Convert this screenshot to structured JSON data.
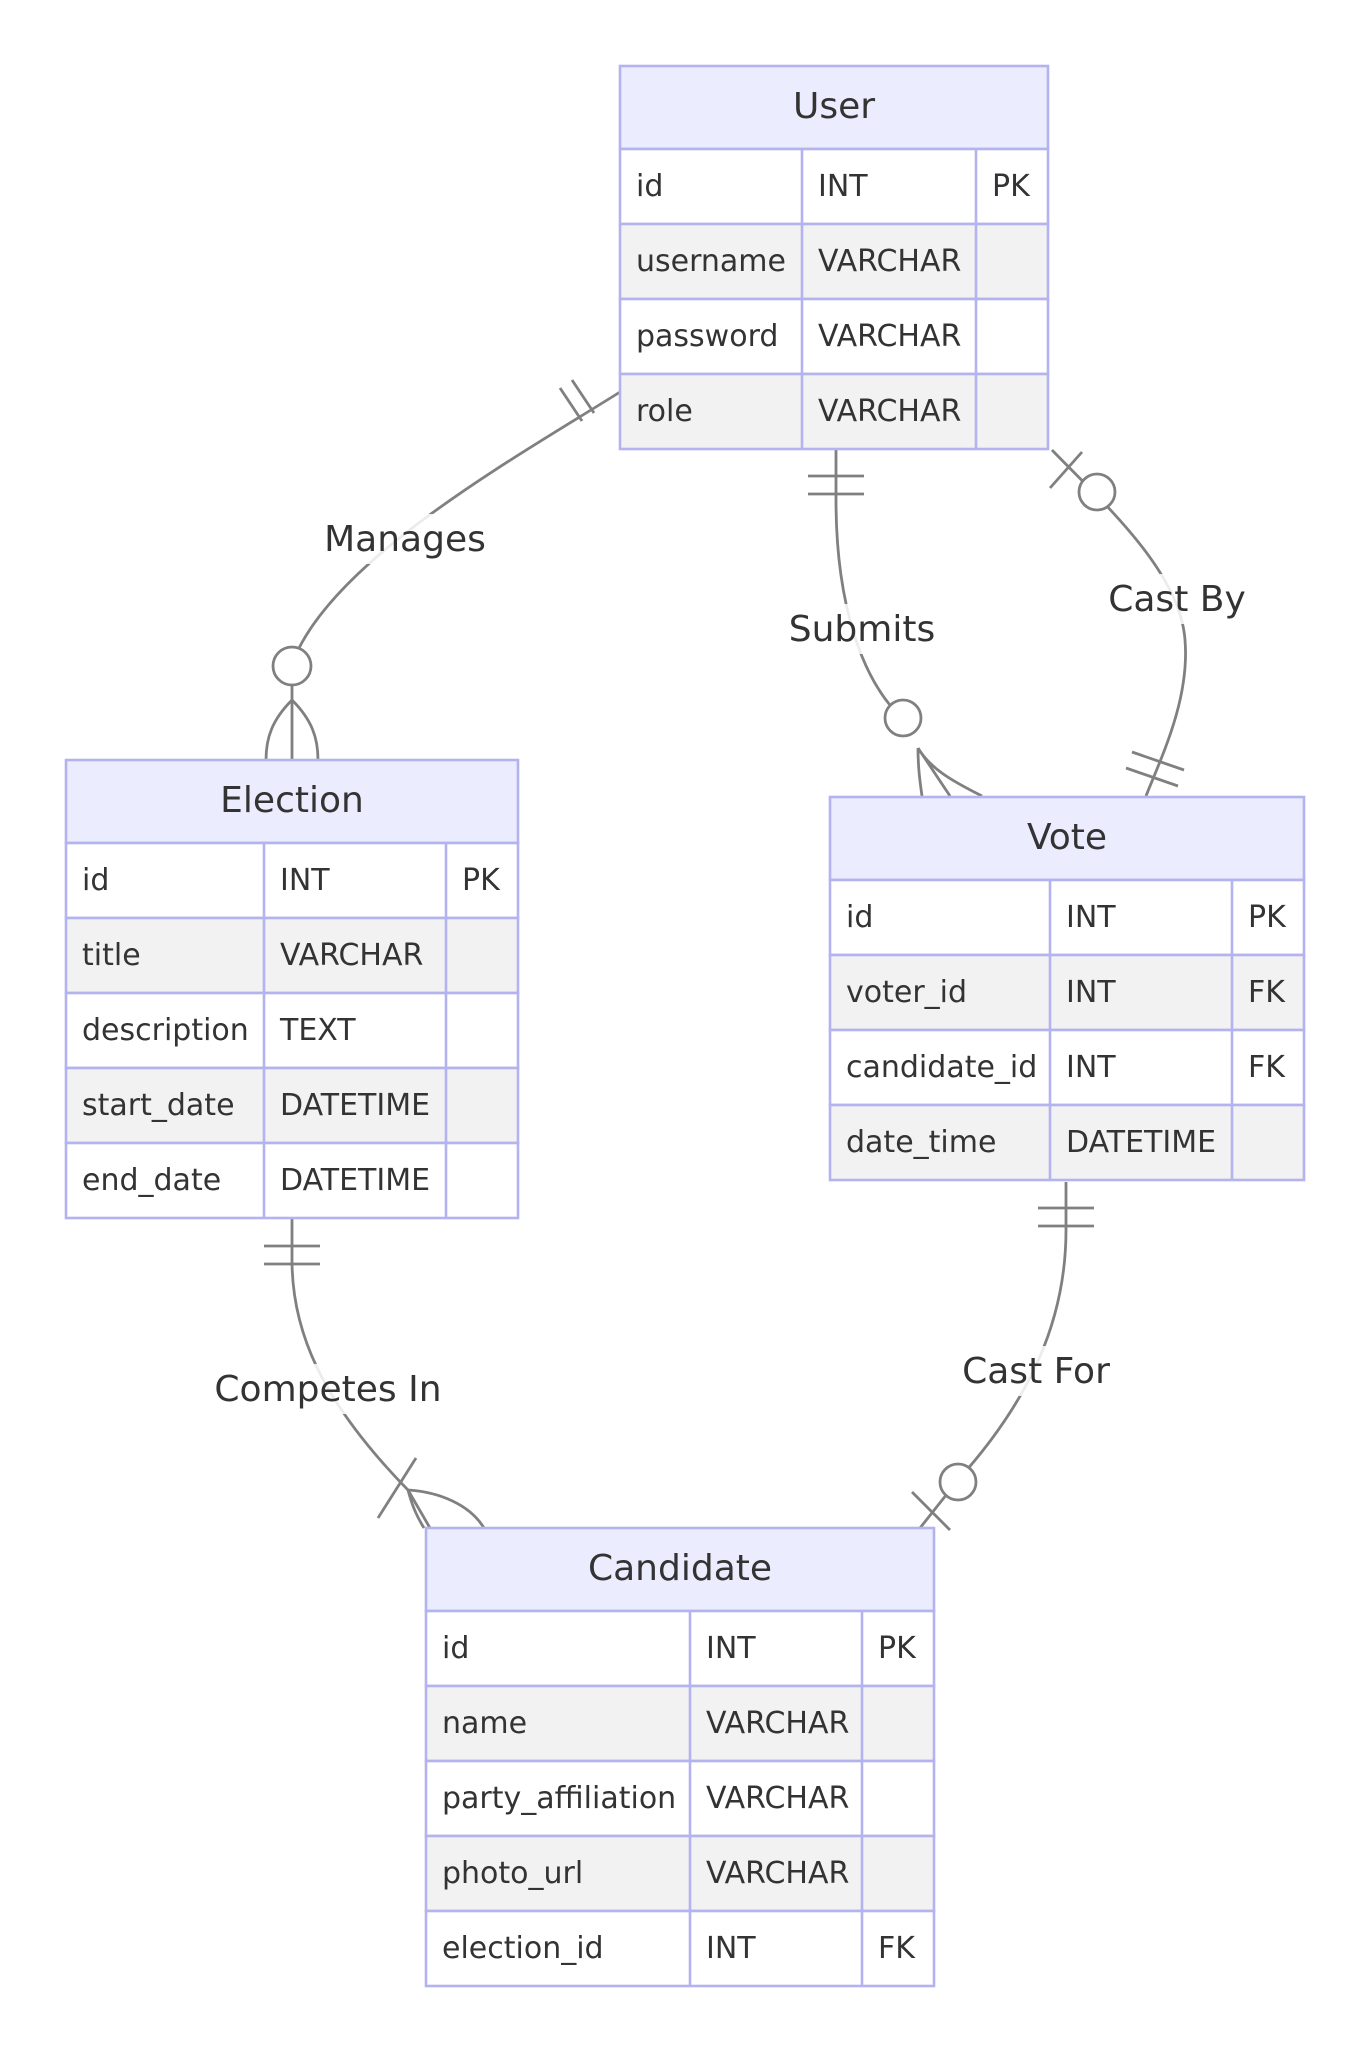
{
  "entities": {
    "user": {
      "title": "User",
      "rows": [
        {
          "name": "id",
          "type": "INT",
          "key": "PK"
        },
        {
          "name": "username",
          "type": "VARCHAR",
          "key": ""
        },
        {
          "name": "password",
          "type": "VARCHAR",
          "key": ""
        },
        {
          "name": "role",
          "type": "VARCHAR",
          "key": ""
        }
      ]
    },
    "election": {
      "title": "Election",
      "rows": [
        {
          "name": "id",
          "type": "INT",
          "key": "PK"
        },
        {
          "name": "title",
          "type": "VARCHAR",
          "key": ""
        },
        {
          "name": "description",
          "type": "TEXT",
          "key": ""
        },
        {
          "name": "start_date",
          "type": "DATETIME",
          "key": ""
        },
        {
          "name": "end_date",
          "type": "DATETIME",
          "key": ""
        }
      ]
    },
    "vote": {
      "title": "Vote",
      "rows": [
        {
          "name": "id",
          "type": "INT",
          "key": "PK"
        },
        {
          "name": "voter_id",
          "type": "INT",
          "key": "FK"
        },
        {
          "name": "candidate_id",
          "type": "INT",
          "key": "FK"
        },
        {
          "name": "date_time",
          "type": "DATETIME",
          "key": ""
        }
      ]
    },
    "candidate": {
      "title": "Candidate",
      "rows": [
        {
          "name": "id",
          "type": "INT",
          "key": "PK"
        },
        {
          "name": "name",
          "type": "VARCHAR",
          "key": ""
        },
        {
          "name": "party_affiliation",
          "type": "VARCHAR",
          "key": ""
        },
        {
          "name": "photo_url",
          "type": "VARCHAR",
          "key": ""
        },
        {
          "name": "election_id",
          "type": "INT",
          "key": "FK"
        }
      ]
    }
  },
  "relationships": {
    "manages": "Manages",
    "submits": "Submits",
    "cast_by": "Cast By",
    "competes_in": "Competes In",
    "cast_for": "Cast For"
  }
}
